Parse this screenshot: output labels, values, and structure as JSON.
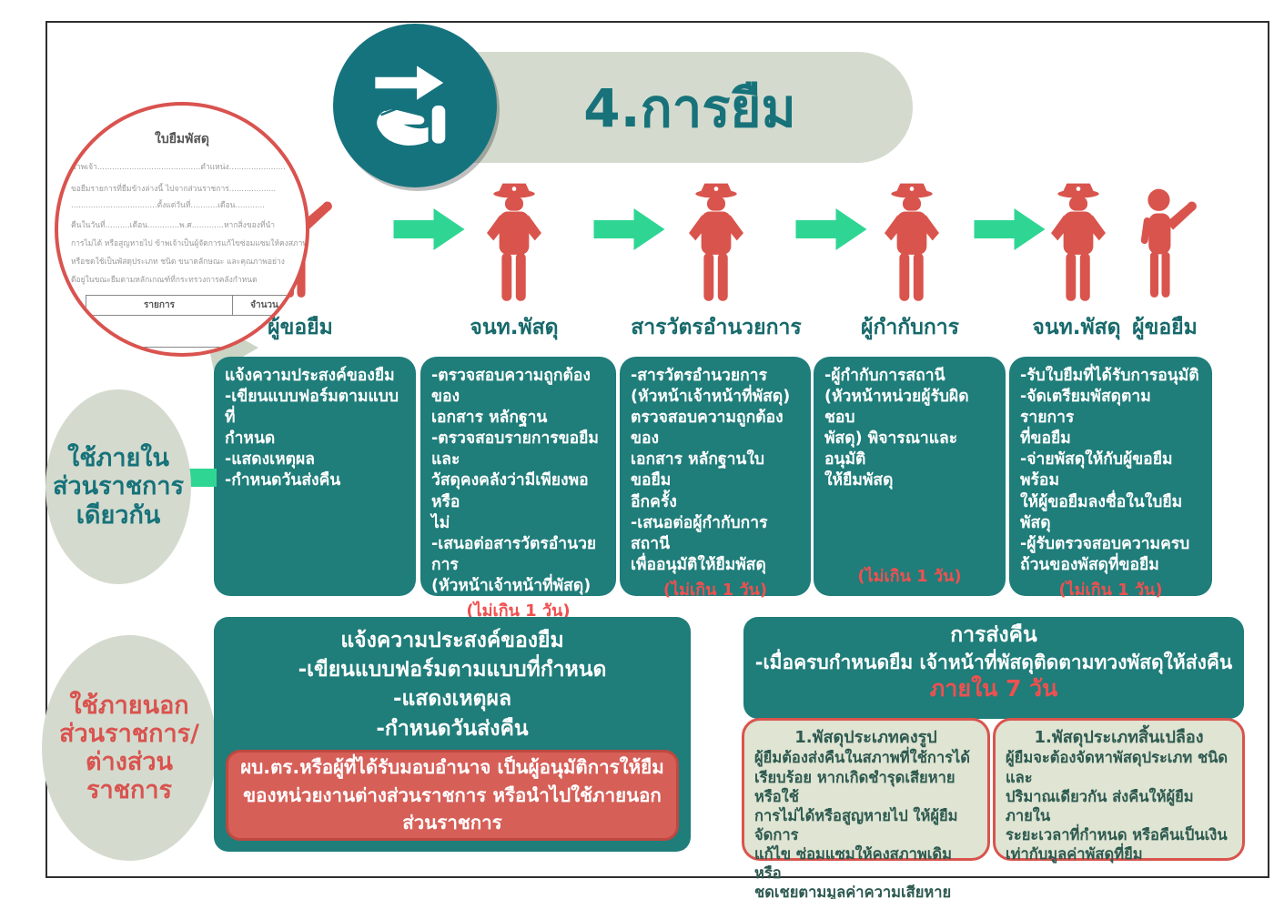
{
  "title": {
    "text": "4.การยืม"
  },
  "form_doc": {
    "title": "ใบยืมพัสดุ",
    "lines": [
      "ข้าพเจ้า..........................................ตำแหน่ง.......................",
      "ขอยืมรายการที่ยืมข้างล่างนี้ ไปจากส่วนราชการ...................",
      "...................................ตั้งแต่วันที่...........เดือน............",
      "คืนในวันที่..........เดือน.............พ.ศ.............หากสิ่งของที่นำ",
      "การไม่ได้ หรือสูญหายไป ข้าพเจ้าเป็นผู้จัดการแก้ไขซ่อมแซมให้คงสภาพเดิม",
      "หรือชดใช้เป็นพัสดุประเภท ชนิด ขนาดลักษณะ และคุณภาพอย่าง",
      "ดีอยู่ในขณะยืมตามหลักเกณฑ์ที่กระทรวงการคลังกำหนด"
    ],
    "table": {
      "col1": "รายการ",
      "col2": "จำนวน"
    }
  },
  "flow": {
    "actors": [
      {
        "label": "ผู้ขอยืม",
        "type": "person"
      },
      {
        "label": "จนท.พัสดุ",
        "type": "police"
      },
      {
        "label": "สารวัตรอำนวยการ",
        "type": "police"
      },
      {
        "label": "ผู้กำกับการ",
        "type": "police"
      },
      {
        "label": "จนท.พัสดุ",
        "type": "police"
      },
      {
        "label": "ผู้ขอยืม",
        "type": "person"
      }
    ],
    "steps": [
      {
        "text": "แจ้งความประสงค์ของยืม\n-เขียนแบบฟอร์มตามแบบที่\nกำหนด\n-แสดงเหตุผล\n-กำหนดวันส่งคืน",
        "time_note": ""
      },
      {
        "text": "-ตรวจสอบความถูกต้องของ\nเอกสาร หลักฐาน\n-ตรวจสอบรายการขอยืมและ\nวัสดุคงคลังว่ามีเพียงพอหรือ\nไม่\n-เสนอต่อสารวัตรอำนวยการ\n(หัวหน้าเจ้าหน้าที่พัสดุ)",
        "time_note": "(ไม่เกิน 1 วัน)"
      },
      {
        "text": "-สารวัตรอำนวยการ\n(หัวหน้าเจ้าหน้าที่พัสดุ)\nตรวจสอบความถูกต้องของ\nเอกสาร หลักฐานใบขอยืม\nอีกครั้ง\n-เสนอต่อผู้กำกับการสถานี\nเพื่ออนุมัติให้ยืมพัสดุ",
        "time_note": "(ไม่เกิน 1 วัน)"
      },
      {
        "text": "-ผู้กำกับการสถานี\n(หัวหน้าหน่วยผู้รับผิดชอบ\nพัสดุ) พิจารณาและอนุมัติ\nให้ยืมพัสดุ",
        "time_note": "(ไม่เกิน 1 วัน)"
      },
      {
        "text": "-รับใบยืมที่ได้รับการอนุมัติ\n-จัดเตรียมพัสดุตามรายการ\nที่ขอยืม\n-จ่ายพัสดุให้กับผู้ขอยืมพร้อม\nให้ผู้ขอยืมลงชื่อในใบยืมพัสดุ\n-ผู้รับตรวจสอบความครบ\nถ้วนของพัสดุที่ขอยืม",
        "time_note": "(ไม่เกิน 1 วัน)"
      }
    ]
  },
  "left_labels": {
    "internal": "ใช้ภายใน\nส่วนราชการ\nเดียวกัน",
    "external": "ใช้ภายนอก\nส่วนราชการ/\nต่างส่วน\nราชการ"
  },
  "external_section": {
    "text": "แจ้งความประสงค์ของยืม\n-เขียนแบบฟอร์มตามแบบที่กำหนด\n-แสดงเหตุผล\n-กำหนดวันส่งคืน",
    "approval_note": "ผบ.ตร.หรือผู้ที่ได้รับมอบอำนาจ  เป็นผู้อนุมัติการให้ยืม\nของหน่วยงานต่างส่วนราชการ หรือนำไปใช้ภายนอกส่วนราชการ"
  },
  "return_section": {
    "title": "การส่งคืน",
    "text": "-เมื่อครบกำหนดยืม  เจ้าหน้าที่พัสดุติดตามทวงพัสดุให้ส่งคืน",
    "deadline": "ภายใน 7 วัน",
    "durable": {
      "title": "1.พัสดุประเภทคงรูป",
      "text": "ผู้ยืมต้องส่งคืนในสภาพที่ใช้การได้\nเรียบร้อย หากเกิดชำรุดเสียหาย หรือใช้\nการไม่ได้หรือสูญหายไป ให้ผู้ยืมจัดการ\nแก้ไข ซ่อมแซมให้คงสภาพเดิม  หรือ\nชดเชยตามมูลค่าความเสียหาย"
    },
    "consumable": {
      "title": "1.พัสดุประเภทสิ้นเปลือง",
      "text": "ผู้ยืมจะต้องจัดหาพัสดุประเภท ชนิด และ\nปริมาณเดียวกัน ส่งคืนให้ผู้ยืมภายใน\nระยะเวลาที่กำหนด หรือคืนเป็นเงิน\nเท่ากับมูลค่าพัสดุที่ยืม"
    }
  },
  "colors": {
    "teal": "#1f7d7a",
    "teal_dark_circle": "#15737e",
    "sage": "#d4dbce",
    "arrow_green": "#2fd693",
    "person_red": "#d9544d",
    "accent_red": "#ef5050",
    "note_bg": "#dfe4d3",
    "note_text": "#2e5a50"
  }
}
